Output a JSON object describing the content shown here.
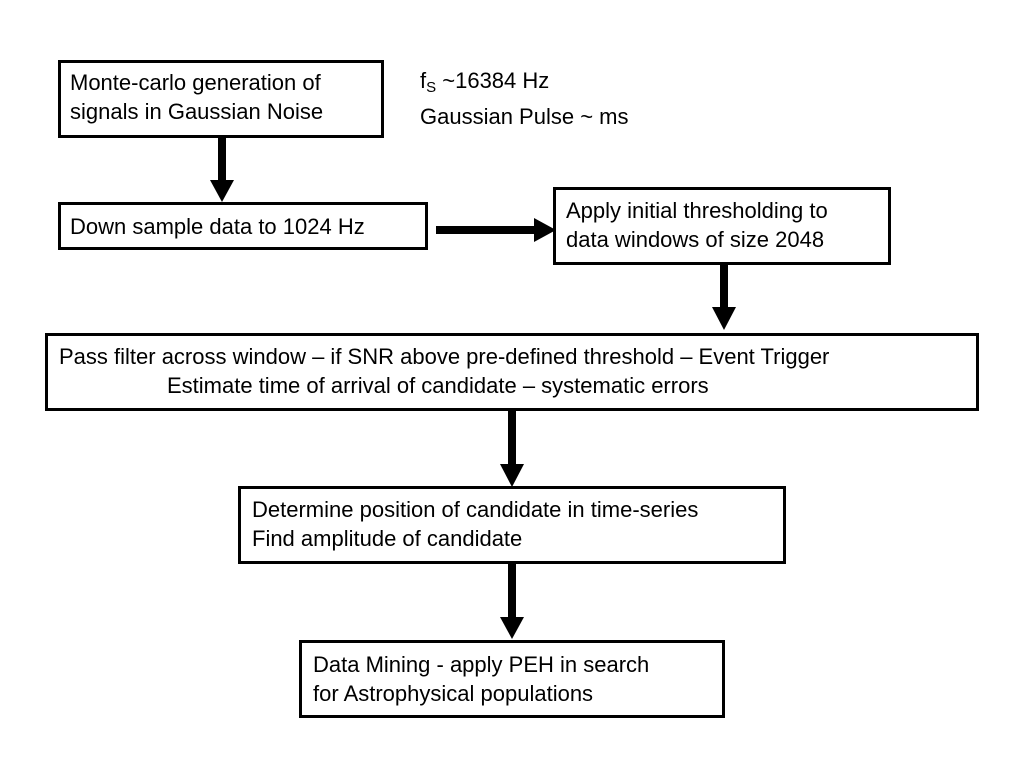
{
  "boxes": {
    "montecarlo": {
      "lines": [
        "Monte-carlo generation of",
        "signals in Gaussian Noise"
      ]
    },
    "downsample": {
      "lines": [
        "Down sample data to 1024 Hz"
      ]
    },
    "threshold": {
      "lines": [
        "Apply initial thresholding to",
        "data windows of size 2048"
      ]
    },
    "filter": {
      "lines": [
        "Pass filter across window – if SNR above pre-defined threshold –  Event Trigger",
        "Estimate time of arrival of candidate – systematic errors"
      ]
    },
    "position": {
      "lines": [
        "Determine position of candidate in time-series",
        "Find amplitude of candidate"
      ]
    },
    "mining": {
      "lines": [
        "Data Mining - apply PEH in search",
        "for Astrophysical populations"
      ]
    }
  },
  "annotation": {
    "freq_symbol": "f",
    "freq_subscript": "S",
    "freq_value": " ~16384 Hz",
    "pulse": "Gaussian Pulse ~ ms"
  }
}
